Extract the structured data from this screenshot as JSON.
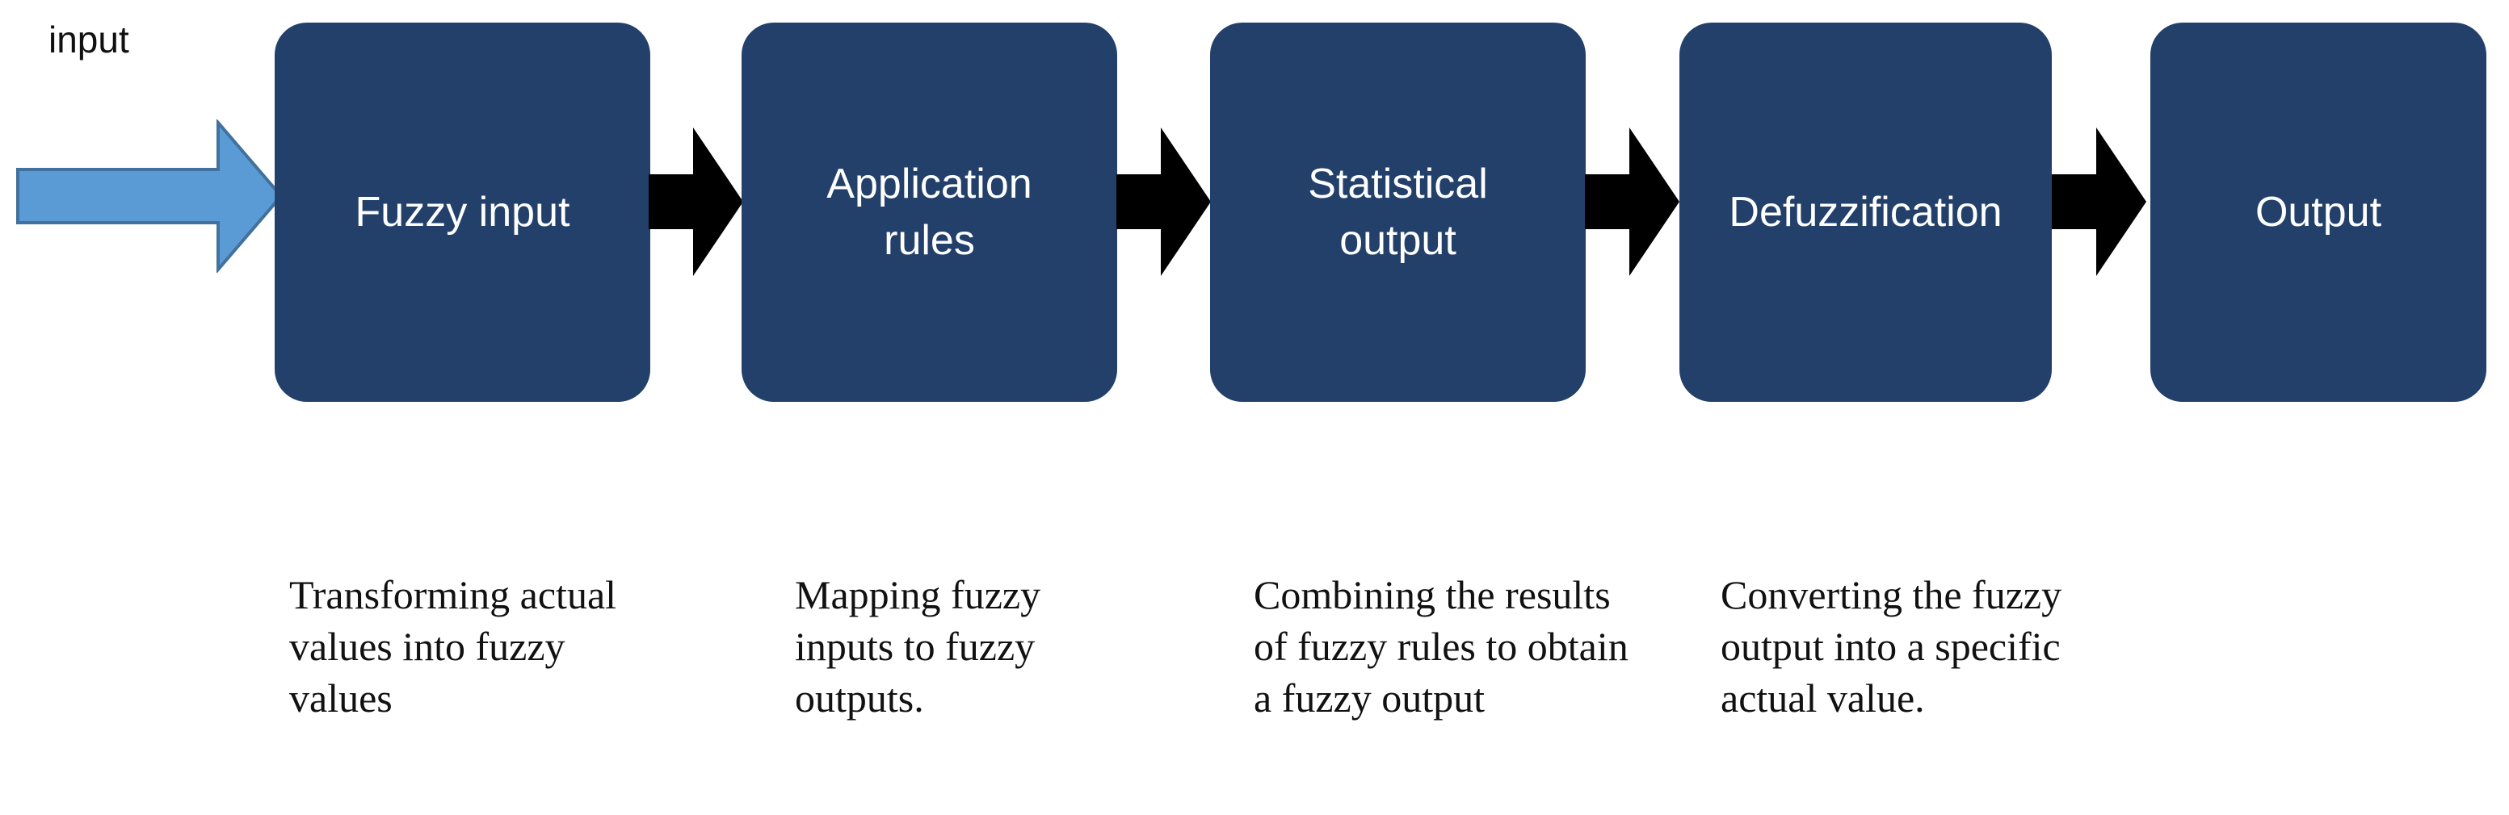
{
  "diagram": {
    "title": "Fuzzy logic inference process flow",
    "background_color": "#ffffff",
    "box_color": "#23406B",
    "box_text_color": "#ffffff",
    "input_arrow_color": "#5B9BD5",
    "input_arrow_border_color": "#41719C",
    "connector_arrow_color": "#000000",
    "caption_color": "#111111"
  },
  "input": {
    "label": "input",
    "arrow_icon": "right-arrow-icon"
  },
  "stages": [
    {
      "id": "fuzzy-input",
      "label": "Fuzzy input",
      "caption": "Transforming actual\nvalues into fuzzy\nvalues"
    },
    {
      "id": "application-rules",
      "label": "Application\nrules",
      "caption": "Mapping fuzzy\ninputs to fuzzy\noutputs."
    },
    {
      "id": "statistical-output",
      "label": "Statistical\noutput",
      "caption": "Combining the results\nof fuzzy rules to obtain\na fuzzy output"
    },
    {
      "id": "defuzzification",
      "label": "Defuzzification",
      "caption": "Converting the fuzzy\noutput into a specific\nactual value."
    },
    {
      "id": "output",
      "label": "Output",
      "caption": ""
    }
  ],
  "connectors": [
    {
      "id": "connector-1",
      "icon": "right-arrow-icon",
      "from": "fuzzy-input",
      "to": "application-rules"
    },
    {
      "id": "connector-2",
      "icon": "right-arrow-icon",
      "from": "application-rules",
      "to": "statistical-output"
    },
    {
      "id": "connector-3",
      "icon": "right-arrow-icon",
      "from": "statistical-output",
      "to": "defuzzification"
    },
    {
      "id": "connector-4",
      "icon": "right-arrow-icon",
      "from": "defuzzification",
      "to": "output"
    }
  ]
}
